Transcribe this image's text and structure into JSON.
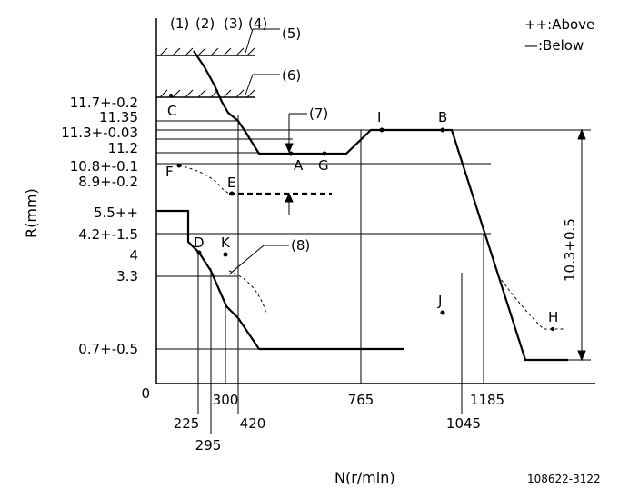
{
  "legend": {
    "above": "++:Above",
    "below": "—:Below"
  },
  "axes": {
    "y_title": "R(mm)",
    "x_title": "N(r/min)"
  },
  "drawing_code": "108622-3122",
  "callouts": {
    "c1": "(1)",
    "c2": "(2)",
    "c3": "(3)",
    "c4": "(4)",
    "c5": "(5)",
    "c6": "(6)",
    "c7": "(7)",
    "c8": "(8)"
  },
  "y_labels": {
    "r117": "11.7+-0.2",
    "r1135": "11.35",
    "r113": "11.3+-0.03",
    "r112": "11.2",
    "r108": "10.8+-0.1",
    "r89": "8.9+-0.2",
    "r55": "5.5++",
    "r42": "4.2+-1.5",
    "r4": "4",
    "r33": "3.3",
    "r07": "0.7+-0.5",
    "r0": "0"
  },
  "x_labels": {
    "n225": "225",
    "n295": "295",
    "n300": "300",
    "n420": "420",
    "n765": "765",
    "n1045": "1045",
    "n1185": "1185"
  },
  "points": {
    "A": "A",
    "B": "B",
    "C": "C",
    "D": "D",
    "E": "E",
    "F": "F",
    "G": "G",
    "H": "H",
    "I": "I",
    "J": "J",
    "K": "K"
  },
  "dimension": "10.3+0.5"
}
